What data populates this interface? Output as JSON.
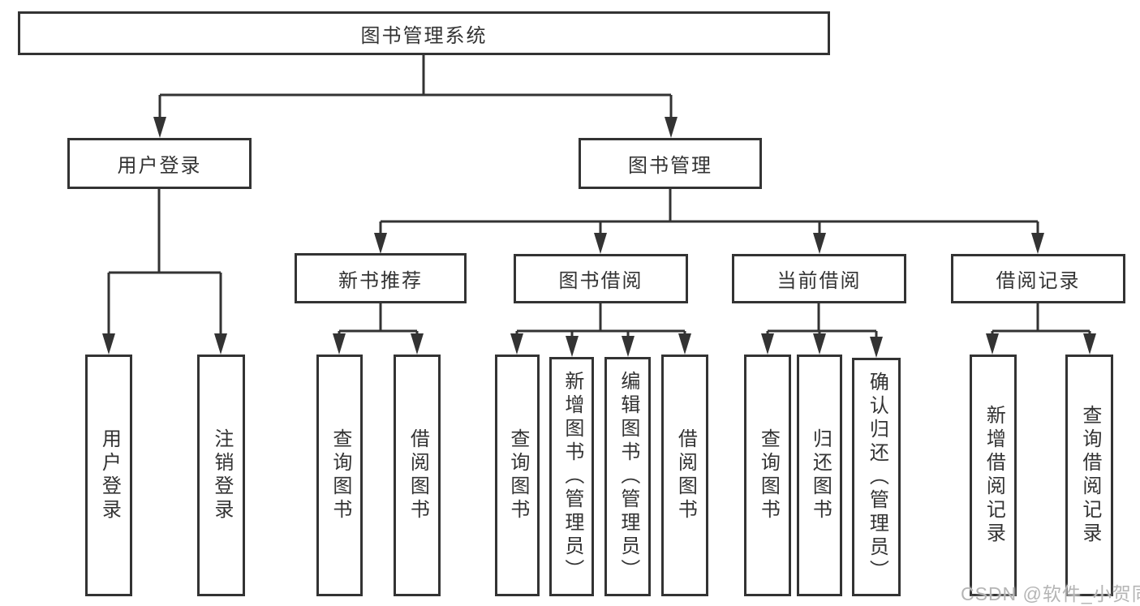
{
  "diagram": {
    "root": {
      "label": "图书管理系统"
    },
    "branches": [
      {
        "label": "用户登录",
        "children": [
          {
            "label": "用户登录"
          },
          {
            "label": "注销登录"
          }
        ]
      },
      {
        "label": "图书管理",
        "children": [
          {
            "label": "新书推荐",
            "children": [
              {
                "label": "查询图书"
              },
              {
                "label": "借阅图书"
              }
            ]
          },
          {
            "label": "图书借阅",
            "children": [
              {
                "label": "查询图书"
              },
              {
                "label": "新增图书（管理员）"
              },
              {
                "label": "编辑图书（管理员）"
              },
              {
                "label": "借阅图书"
              }
            ]
          },
          {
            "label": "当前借阅",
            "children": [
              {
                "label": "查询图书"
              },
              {
                "label": "归还图书"
              },
              {
                "label": "确认归还（管理员）"
              }
            ]
          },
          {
            "label": "借阅记录",
            "children": [
              {
                "label": "新增借阅记录"
              },
              {
                "label": "查询借阅记录"
              }
            ]
          }
        ]
      }
    ]
  },
  "watermark": {
    "text": "CSDN @软件_小贺同学"
  },
  "colors": {
    "line": "#333333",
    "text": "#333333",
    "node_bg": "#ffffff",
    "page_bg": "#ffffff",
    "watermark": "#b5b5b5"
  }
}
